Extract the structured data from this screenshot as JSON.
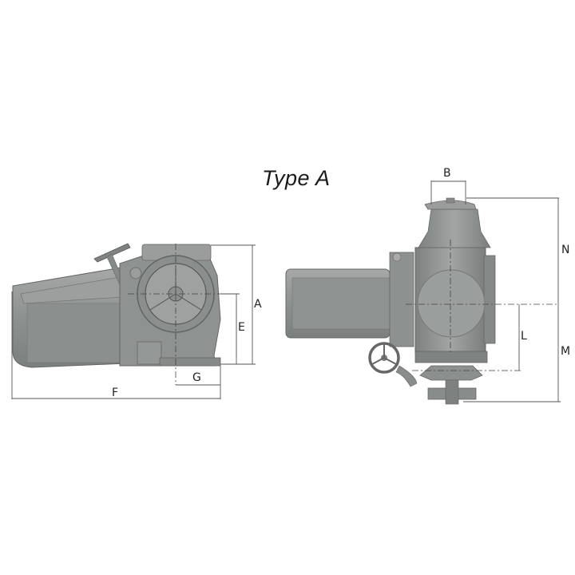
{
  "title": "Type A",
  "side_view": {
    "dimensions": {
      "A": "A",
      "E": "E",
      "F": "F",
      "G": "G"
    }
  },
  "front_view": {
    "dimensions": {
      "B": "B",
      "N": "N",
      "L": "L",
      "M": "M"
    }
  },
  "colors": {
    "body": "#8f9392",
    "body_dark": "#6e7271",
    "body_light": "#b3b6b5",
    "dimension_line": "#555555",
    "background": "#ffffff"
  }
}
